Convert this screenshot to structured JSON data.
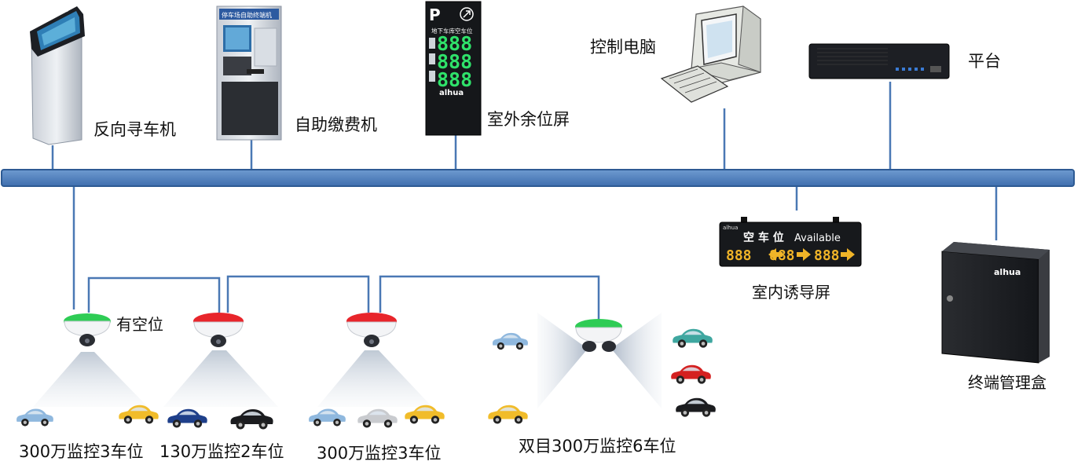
{
  "devices": {
    "kiosk_label": "反向寻车机",
    "pay_label": "自助缴费机",
    "pay_screen_title": "停车场自助终端机",
    "outdoor_label": "室外余位屏",
    "outdoor_header": "地下车库空车位",
    "outdoor_digits": [
      "888",
      "888",
      "888"
    ],
    "pc_label": "控制电脑",
    "platform_label": "平台",
    "indoor_label": "室内诱导屏",
    "indoor_header_cn": "空 车 位",
    "indoor_header_en": "Available",
    "indoor_digits": [
      "888",
      "888",
      "888"
    ],
    "box_label": "终端管理盒",
    "brand": "alhua"
  },
  "cameras": {
    "status_label": "有空位",
    "groups": [
      {
        "label": "300万监控3车位"
      },
      {
        "label": "130万监控2车位"
      },
      {
        "label": "300万监控3车位"
      },
      {
        "label": "双目300万监控6车位"
      }
    ]
  },
  "colors": {
    "bus_fill": "#4f7fbd",
    "bus_stroke": "#2d5a93",
    "line": "#4a78b4",
    "green": "#2ecc55",
    "red": "#e8252b",
    "led_green": "#2fe26a",
    "led_orange": "#f0b428"
  }
}
